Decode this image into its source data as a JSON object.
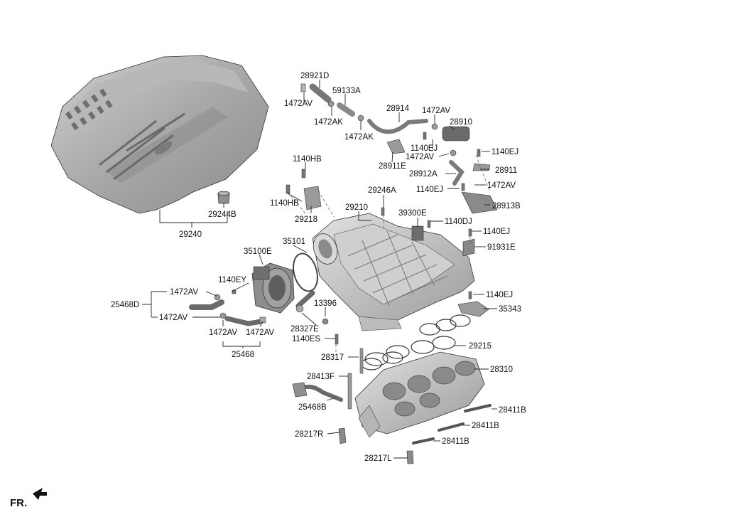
{
  "diagram": {
    "direction_label": "FR.",
    "labels": {
      "p28921D": "28921D",
      "p1472AV_a": "1472AV",
      "p59133A": "59133A",
      "p1472AK_a": "1472AK",
      "p1472AK_b": "1472AK",
      "p28914": "28914",
      "p1472AV_b": "1472AV",
      "p28910": "28910",
      "p1140EJ_a": "1140EJ",
      "p1472AV_c": "1472AV",
      "p28911E": "28911E",
      "p1140EJ_b": "1140EJ",
      "p28911": "28911",
      "p28912A": "28912A",
      "p1140EJ_c": "1140EJ",
      "p1472AV_d": "1472AV",
      "p28913B": "28913B",
      "p1140HB_a": "1140HB",
      "p1140HB_b": "1140HB",
      "p29218": "29218",
      "p29246A": "29246A",
      "p29210": "29210",
      "p39300E": "39300E",
      "p1140DJ": "1140DJ",
      "p1140EJ_d": "1140EJ",
      "p91931E": "91931E",
      "p29244B": "29244B",
      "p29240": "29240",
      "p35101": "35101",
      "p35100E": "35100E",
      "p1140EY": "1140EY",
      "p1472AV_e": "1472AV",
      "p25468D": "25468D",
      "p1472AV_f": "1472AV",
      "p1472AV_g": "1472AV",
      "p1472AV_h": "1472AV",
      "p25468": "25468",
      "p13396": "13396",
      "p28327E": "28327E",
      "p1140ES": "1140ES",
      "p1140EJ_e": "1140EJ",
      "p35343": "35343",
      "p29215": "29215",
      "p28317": "28317",
      "p28310": "28310",
      "p28413F": "28413F",
      "p25468B": "25468B",
      "p28411B_a": "28411B",
      "p28411B_b": "28411B",
      "p28411B_c": "28411B",
      "p28217R": "28217R",
      "p28217L": "28217L"
    }
  }
}
